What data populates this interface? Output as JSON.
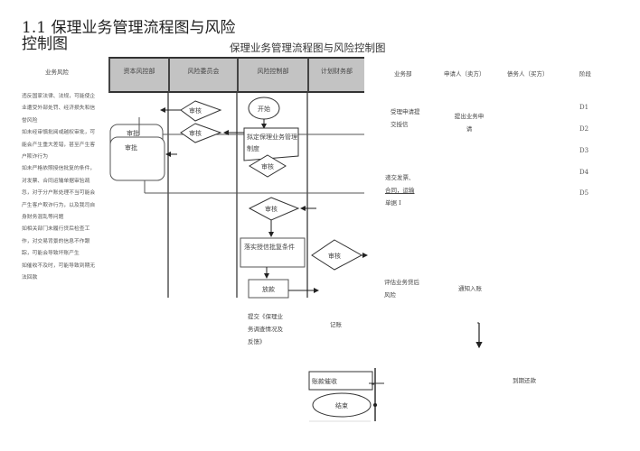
{
  "document": {
    "section_title": "1.1 保理业务管理流程图与风险控制图",
    "chart_title": "保理业务管理流程图与风险控制图"
  },
  "risk_column": {
    "header": "业务风险",
    "items": [
      "违反国家法律、法规，可能使企业遭受外部处罚、经济损失和信誉风险",
      "如未经审慎批阅或越权审批，可能会产生重大差错，甚至产生客户欺诈行为",
      "如未严格依照授信批复的条件，对发票、合同运输单据审验疏忽，对于分户账处理不当可能会产生客户欺诈行为，以及我司自身财务混乱等问题",
      "如相关部门未履行贷后检查工作，对交易背景的信息不作跟踪，可能会导致坏账产生",
      "如催收不及时，可能导致到期无法回款"
    ]
  },
  "lanes": [
    {
      "label": "资本风控部"
    },
    {
      "label": "风险委员会"
    },
    {
      "label": "风险控制部"
    },
    {
      "label": "计划财务部"
    }
  ],
  "right_columns": {
    "headers": [
      "业务部",
      "申请人（卖方）",
      "债务人（买方）",
      "阶段"
    ],
    "business_dept": {
      "step1": "受理申请提交授信",
      "step2_line1": "递交发票、",
      "step2_line2": "合同，运输",
      "step2_line3": "单据 I",
      "step3": "评估业务贷后风险"
    },
    "applicant": {
      "step1": "提出业务申请",
      "step2": "通知入账"
    },
    "debtor": {
      "step1": "到期还款"
    },
    "stages": [
      "D1",
      "D2",
      "D3",
      "D4",
      "D5"
    ]
  },
  "nodes": {
    "start": "开始",
    "draft_policy": "拟定保理业务管理制度",
    "review_committee_1": "审核",
    "review_committee_2": "审核",
    "approve_back": "审批",
    "approve_front": "审批",
    "review_risk_1": "审核",
    "review_risk_2": "审核",
    "implement_conditions": "落实授信批复条件",
    "review_finance": "审核",
    "disburse": "放款",
    "submit_report": "提交《保理业务调查情况及反馈》",
    "bookkeeping": "记账",
    "collection": "账款催收",
    "end": "结束"
  }
}
